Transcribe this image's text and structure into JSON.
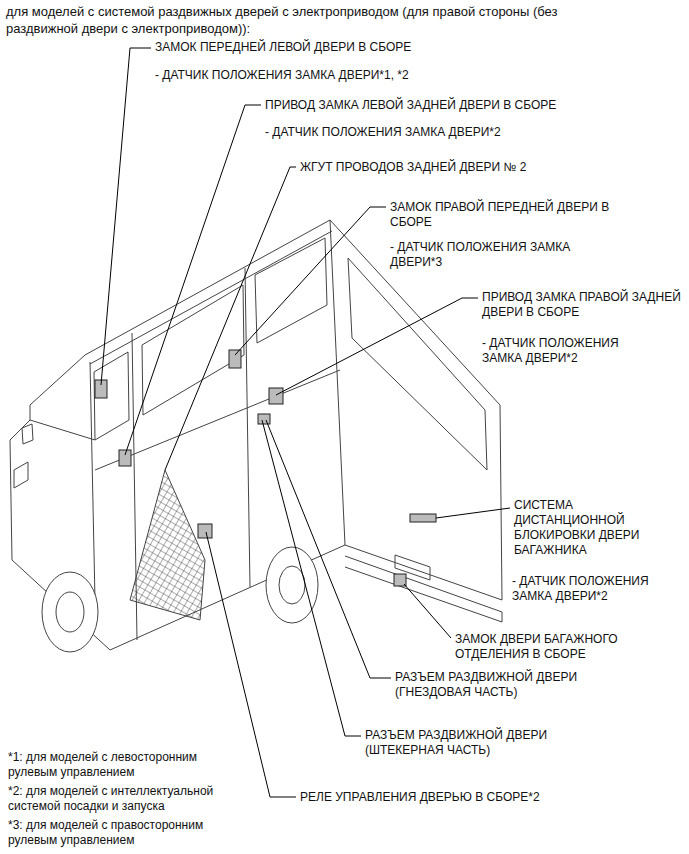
{
  "diagram": {
    "title": "для моделей с системой раздвижных дверей с электроприводом (для правой стороны (без раздвижной двери с электроприводом)):",
    "labels": [
      "ЗАМОК ПЕРЕДНЕЙ ЛЕВОЙ ДВЕРИ В СБОРЕ",
      "- ДАТЧИК ПОЛОЖЕНИЯ ЗАМКА ДВЕРИ*1, *2",
      "ПРИВОД ЗАМКА ЛЕВОЙ ЗАДНЕЙ ДВЕРИ В СБОРЕ",
      "- ДАТЧИК ПОЛОЖЕНИЯ ЗАМКА ДВЕРИ*2",
      "ЖГУТ ПРОВОДОВ ЗАДНЕЙ ДВЕРИ № 2",
      "ЗАМОК ПРАВОЙ ПЕРЕДНЕЙ ДВЕРИ В СБОРЕ",
      "- ДАТЧИК ПОЛОЖЕНИЯ ЗАМКА ДВЕРИ*3",
      "ПРИВОД ЗАМКА ПРАВОЙ ЗАДНЕЙ ДВЕРИ В СБОРЕ",
      "- ДАТЧИК ПОЛОЖЕНИЯ ЗАМКА ДВЕРИ*2",
      "СИСТЕМА ДИСТАНЦИОННОЙ БЛОКИРОВКИ ДВЕРИ БАГАЖНИКА",
      "- ДАТЧИК ПОЛОЖЕНИЯ ЗАМКА ДВЕРИ*2",
      "ЗАМОК ДВЕРИ БАГАЖНОГО ОТДЕЛЕНИЯ В СБОРЕ",
      "РАЗЪЕМ РАЗДВИЖНОЙ ДВЕРИ (ГНЕЗДОВАЯ ЧАСТЬ)",
      "РАЗЪЕМ РАЗДВИЖНОЙ ДВЕРИ (ШТЕКЕРНАЯ ЧАСТЬ)",
      "РЕЛЕ УПРАВЛЕНИЯ ДВЕРЬЮ В СБОРЕ*2",
      "*1: для моделей с левосторонним рулевым управлением",
      "*2: для моделей с интеллектуальной системой посадки и запуска",
      "*3: для моделей с правосторонним рулевым управлением"
    ]
  }
}
